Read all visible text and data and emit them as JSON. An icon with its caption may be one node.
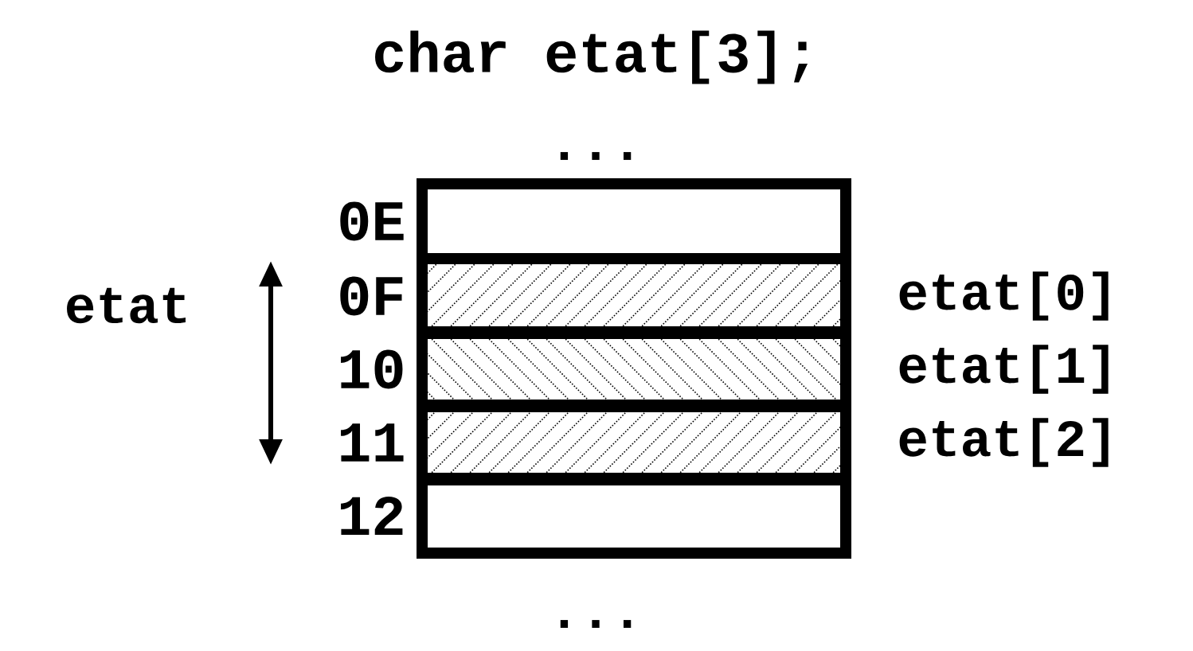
{
  "diagram": {
    "title": "char etat[3];",
    "nodes": [
      {
        "text": [],
        "shape": "box",
        "beside": [
          "0E"
        ]
      },
      {
        "text": [],
        "shape": "box",
        "beside": [
          "0F",
          "etat[0]"
        ]
      },
      {
        "text": [],
        "shape": "box",
        "beside": [
          "10",
          "etat[1]"
        ]
      },
      {
        "text": [],
        "shape": "box",
        "beside": [
          "11",
          "etat[2]"
        ]
      },
      {
        "text": [],
        "shape": "box",
        "beside": [
          "12"
        ]
      }
    ],
    "labels": [
      "...",
      "etat",
      "..."
    ]
  }
}
